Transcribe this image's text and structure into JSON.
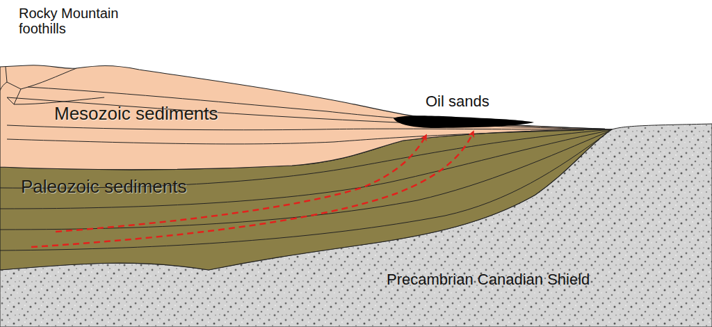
{
  "diagram": {
    "labels": [
      "Rocky Mountain foothills",
      "Mesozoic sediments",
      "Paleozoic sediments",
      "Oil sands",
      "Precambrian Canadian Shield"
    ]
  }
}
